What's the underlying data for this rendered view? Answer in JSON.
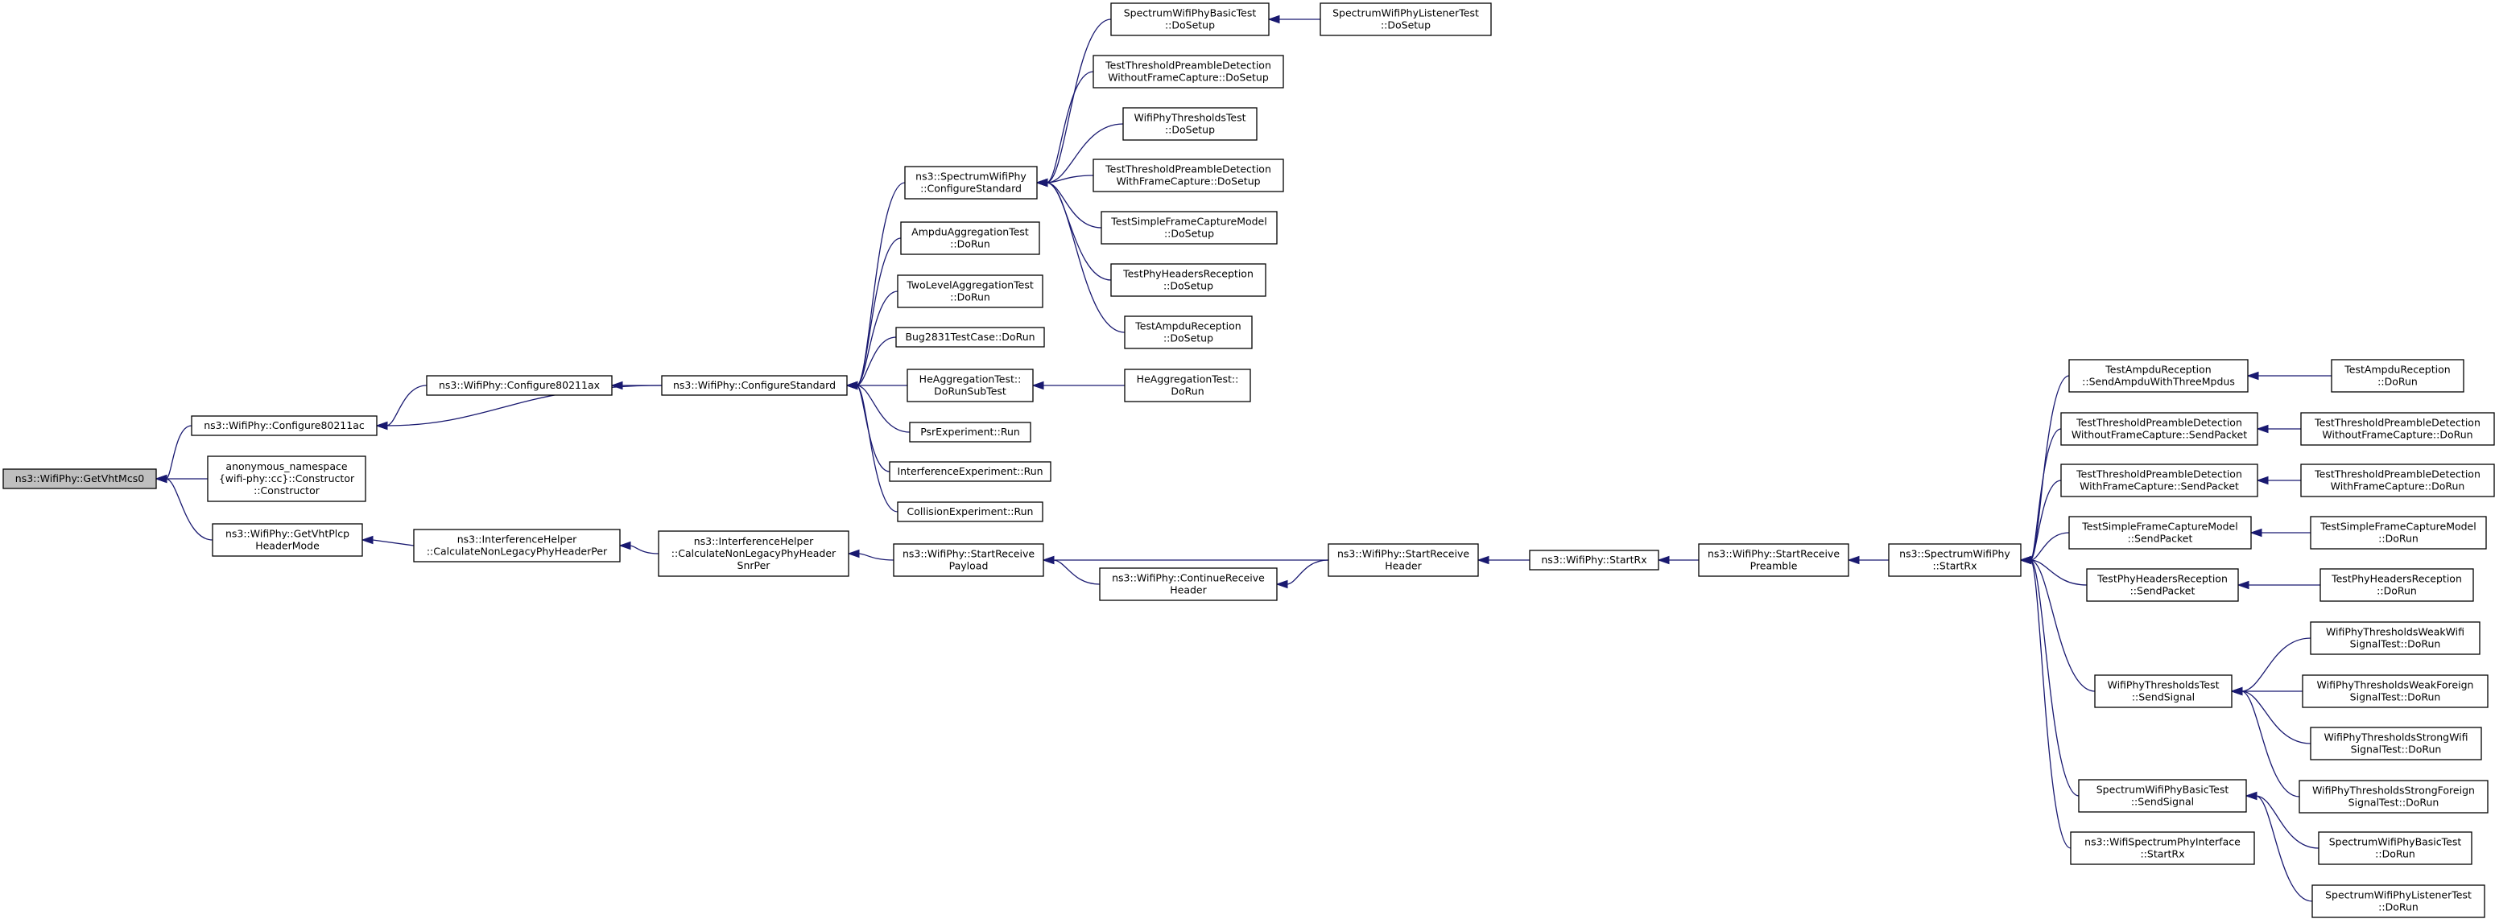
{
  "graph": {
    "root": "ns3::WifiPhy::GetVhtMcs0",
    "nodes": [
      {
        "id": "root",
        "lines": [
          "ns3::WifiPhy::GetVhtMcs0"
        ]
      },
      {
        "id": "cfg80211ac",
        "lines": [
          "ns3::WifiPhy::Configure80211ac"
        ]
      },
      {
        "id": "anon_ctor",
        "lines": [
          "anonymous_namespace",
          "{wifi-phy::cc}::Constructor",
          "::Constructor"
        ]
      },
      {
        "id": "getvhtplcp",
        "lines": [
          "ns3::WifiPhy::GetVhtPlcp",
          "HeaderMode"
        ]
      },
      {
        "id": "cfg80211ax",
        "lines": [
          "ns3::WifiPhy::Configure80211ax"
        ]
      },
      {
        "id": "cfgstd",
        "lines": [
          "ns3::WifiPhy::ConfigureStandard"
        ]
      },
      {
        "id": "ih_calc",
        "lines": [
          "ns3::InterferenceHelper",
          "::CalculateNonLegacyPhyHeaderPer"
        ]
      },
      {
        "id": "ih_calcsnr",
        "lines": [
          "ns3::InterferenceHelper",
          "::CalculateNonLegacyPhyHeader",
          "SnrPer"
        ]
      },
      {
        "id": "spec_cfgstd",
        "lines": [
          "ns3::SpectrumWifiPhy",
          "::ConfigureStandard"
        ]
      },
      {
        "id": "ampdu_agg",
        "lines": [
          "AmpduAggregationTest",
          "::DoRun"
        ]
      },
      {
        "id": "twolevel",
        "lines": [
          "TwoLevelAggregationTest",
          "::DoRun"
        ]
      },
      {
        "id": "bug2831",
        "lines": [
          "Bug2831TestCase::DoRun"
        ]
      },
      {
        "id": "heagg_sub",
        "lines": [
          "HeAggregationTest::",
          "DoRunSubTest"
        ]
      },
      {
        "id": "psr",
        "lines": [
          "PsrExperiment::Run"
        ]
      },
      {
        "id": "interf",
        "lines": [
          "InterferenceExperiment::Run"
        ]
      },
      {
        "id": "collision",
        "lines": [
          "CollisionExperiment::Run"
        ]
      },
      {
        "id": "startrecvpayload",
        "lines": [
          "ns3::WifiPhy::StartReceive",
          "Payload"
        ]
      },
      {
        "id": "contrecvheader",
        "lines": [
          "ns3::WifiPhy::ContinueReceive",
          "Header"
        ]
      },
      {
        "id": "sw_basic_setup",
        "lines": [
          "SpectrumWifiPhyBasicTest",
          "::DoSetup"
        ]
      },
      {
        "id": "sw_listener_setup",
        "lines": [
          "SpectrumWifiPhyListenerTest",
          "::DoSetup"
        ]
      },
      {
        "id": "ttpd_wo_setup",
        "lines": [
          "TestThresholdPreambleDetection",
          "WithoutFrameCapture::DoSetup"
        ]
      },
      {
        "id": "wpt_setup",
        "lines": [
          "WifiPhyThresholdsTest",
          "::DoSetup"
        ]
      },
      {
        "id": "ttpd_w_setup",
        "lines": [
          "TestThresholdPreambleDetection",
          "WithFrameCapture::DoSetup"
        ]
      },
      {
        "id": "tsfcm_setup",
        "lines": [
          "TestSimpleFrameCaptureModel",
          "::DoSetup"
        ]
      },
      {
        "id": "tphr_setup",
        "lines": [
          "TestPhyHeadersReception",
          "::DoSetup"
        ]
      },
      {
        "id": "tar_setup",
        "lines": [
          "TestAmpduReception",
          "::DoSetup"
        ]
      },
      {
        "id": "heagg_run",
        "lines": [
          "HeAggregationTest::",
          "DoRun"
        ]
      },
      {
        "id": "startrecvheader",
        "lines": [
          "ns3::WifiPhy::StartReceive",
          "Header"
        ]
      },
      {
        "id": "startrx",
        "lines": [
          "ns3::WifiPhy::StartRx"
        ]
      },
      {
        "id": "startrecvpreamble",
        "lines": [
          "ns3::WifiPhy::StartReceive",
          "Preamble"
        ]
      },
      {
        "id": "spec_startrx",
        "lines": [
          "ns3::SpectrumWifiPhy",
          "::StartRx"
        ]
      },
      {
        "id": "tar_send",
        "lines": [
          "TestAmpduReception",
          "::SendAmpduWithThreeMpdus"
        ]
      },
      {
        "id": "ttpd_wo_send",
        "lines": [
          "TestThresholdPreambleDetection",
          "WithoutFrameCapture::SendPacket"
        ]
      },
      {
        "id": "ttpd_w_send",
        "lines": [
          "TestThresholdPreambleDetection",
          "WithFrameCapture::SendPacket"
        ]
      },
      {
        "id": "tsfcm_send",
        "lines": [
          "TestSimpleFrameCaptureModel",
          "::SendPacket"
        ]
      },
      {
        "id": "tphr_send",
        "lines": [
          "TestPhyHeadersReception",
          "::SendPacket"
        ]
      },
      {
        "id": "wpt_send",
        "lines": [
          "WifiPhyThresholdsTest",
          "::SendSignal"
        ]
      },
      {
        "id": "sw_basic_send",
        "lines": [
          "SpectrumWifiPhyBasicTest",
          "::SendSignal"
        ]
      },
      {
        "id": "wspi_startrx",
        "lines": [
          "ns3::WifiSpectrumPhyInterface",
          "::StartRx"
        ]
      },
      {
        "id": "tar_run",
        "lines": [
          "TestAmpduReception",
          "::DoRun"
        ]
      },
      {
        "id": "ttpd_wo_run",
        "lines": [
          "TestThresholdPreambleDetection",
          "WithoutFrameCapture::DoRun"
        ]
      },
      {
        "id": "ttpd_w_run",
        "lines": [
          "TestThresholdPreambleDetection",
          "WithFrameCapture::DoRun"
        ]
      },
      {
        "id": "tsfcm_run",
        "lines": [
          "TestSimpleFrameCaptureModel",
          "::DoRun"
        ]
      },
      {
        "id": "tphr_run",
        "lines": [
          "TestPhyHeadersReception",
          "::DoRun"
        ]
      },
      {
        "id": "wpt_weakwifi",
        "lines": [
          "WifiPhyThresholdsWeakWifi",
          "SignalTest::DoRun"
        ]
      },
      {
        "id": "wpt_weakforeign",
        "lines": [
          "WifiPhyThresholdsWeakForeign",
          "SignalTest::DoRun"
        ]
      },
      {
        "id": "wpt_strongwifi",
        "lines": [
          "WifiPhyThresholdsStrongWifi",
          "SignalTest::DoRun"
        ]
      },
      {
        "id": "wpt_strongforeign",
        "lines": [
          "WifiPhyThresholdsStrongForeign",
          "SignalTest::DoRun"
        ]
      },
      {
        "id": "sw_basic_run",
        "lines": [
          "SpectrumWifiPhyBasicTest",
          "::DoRun"
        ]
      },
      {
        "id": "sw_listener_run",
        "lines": [
          "SpectrumWifiPhyListenerTest",
          "::DoRun"
        ]
      }
    ],
    "edges": [
      [
        "cfg80211ac",
        "root"
      ],
      [
        "anon_ctor",
        "root"
      ],
      [
        "getvhtplcp",
        "root"
      ],
      [
        "cfg80211ax",
        "cfg80211ac"
      ],
      [
        "cfgstd",
        "cfg80211ac"
      ],
      [
        "cfgstd",
        "cfg80211ax"
      ],
      [
        "spec_cfgstd",
        "cfgstd"
      ],
      [
        "ampdu_agg",
        "cfgstd"
      ],
      [
        "twolevel",
        "cfgstd"
      ],
      [
        "bug2831",
        "cfgstd"
      ],
      [
        "heagg_sub",
        "cfgstd"
      ],
      [
        "psr",
        "cfgstd"
      ],
      [
        "interf",
        "cfgstd"
      ],
      [
        "collision",
        "cfgstd"
      ],
      [
        "sw_basic_setup",
        "spec_cfgstd"
      ],
      [
        "ttpd_wo_setup",
        "spec_cfgstd"
      ],
      [
        "wpt_setup",
        "spec_cfgstd"
      ],
      [
        "ttpd_w_setup",
        "spec_cfgstd"
      ],
      [
        "tsfcm_setup",
        "spec_cfgstd"
      ],
      [
        "tphr_setup",
        "spec_cfgstd"
      ],
      [
        "tar_setup",
        "spec_cfgstd"
      ],
      [
        "sw_listener_setup",
        "sw_basic_setup"
      ],
      [
        "heagg_run",
        "heagg_sub"
      ],
      [
        "ih_calc",
        "getvhtplcp"
      ],
      [
        "ih_calcsnr",
        "ih_calc"
      ],
      [
        "startrecvpayload",
        "ih_calcsnr"
      ],
      [
        "startrecvheader",
        "startrecvpayload"
      ],
      [
        "contrecvheader",
        "startrecvpayload"
      ],
      [
        "startrecvheader",
        "contrecvheader"
      ],
      [
        "startrx",
        "startrecvheader"
      ],
      [
        "startrecvpreamble",
        "startrx"
      ],
      [
        "spec_startrx",
        "startrecvpreamble"
      ],
      [
        "tar_send",
        "spec_startrx"
      ],
      [
        "ttpd_wo_send",
        "spec_startrx"
      ],
      [
        "ttpd_w_send",
        "spec_startrx"
      ],
      [
        "tsfcm_send",
        "spec_startrx"
      ],
      [
        "tphr_send",
        "spec_startrx"
      ],
      [
        "wpt_send",
        "spec_startrx"
      ],
      [
        "sw_basic_send",
        "spec_startrx"
      ],
      [
        "wspi_startrx",
        "spec_startrx"
      ],
      [
        "tar_run",
        "tar_send"
      ],
      [
        "ttpd_wo_run",
        "ttpd_wo_send"
      ],
      [
        "ttpd_w_run",
        "ttpd_w_send"
      ],
      [
        "tsfcm_run",
        "tsfcm_send"
      ],
      [
        "tphr_run",
        "tphr_send"
      ],
      [
        "wpt_weakwifi",
        "wpt_send"
      ],
      [
        "wpt_weakforeign",
        "wpt_send"
      ],
      [
        "wpt_strongwifi",
        "wpt_send"
      ],
      [
        "wpt_strongforeign",
        "wpt_send"
      ],
      [
        "sw_basic_run",
        "sw_basic_send"
      ],
      [
        "sw_listener_run",
        "sw_basic_send"
      ]
    ],
    "colors": {
      "edge": "#191970",
      "root_fill": "#bfbfbf",
      "node_fill": "#ffffff",
      "border": "#000000"
    }
  }
}
